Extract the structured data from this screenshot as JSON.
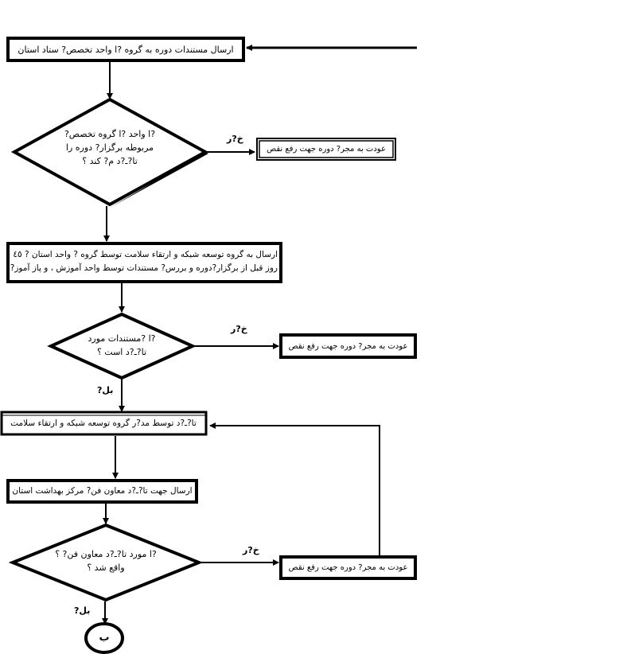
{
  "nodes": {
    "send_docs": "ارسال مستندات دوره به گروه ?ا واحد تخصص? ستاد استان",
    "q1_line1": "?ا واحد ?ا گروه تخصص?",
    "q1_line2": "مربوطه برگزار? دوره را",
    "q1_line3": "تا?ـ?د م? کند ؟",
    "return_1": "عودت به مجر? دوره جهت رفع نقص",
    "send_health_line1": "ارسال به گروه توسعه شبکه و ارتقاء سلامت توسط گروه ? واحد استان ? ٤٥",
    "send_health_line2": "روز قبل از برگزار?دوره و بررس? مستندات توسط واحد آموزش ، و پاز آموز?",
    "q2_line1": "?ا ?مستندات مورد",
    "q2_line2": "تا?ـ?د است ؟",
    "return_2": "عودت به مجر? دوره جهت رفع نقص",
    "approve_manager": "تا?ـ?د توسط مد?ر گروه توسعه شبکه و ارتقاء سلامت",
    "send_deputy": "ارسال جهت تا?ـ?د معاون فن? مرکز بهداشت استان",
    "q3_line1": "?ا مورد تا?ـ?د معاون فن? ؟",
    "q3_line2": "واقع شد ؟",
    "return_3": "عودت به مجر? دوره جهت رفع نقص",
    "connector": "ب"
  },
  "edges": {
    "no_1": "خ?ر",
    "no_2": "خ?ر",
    "yes_2": "بل?",
    "no_3": "خ?ر",
    "yes_3": "بل?"
  }
}
